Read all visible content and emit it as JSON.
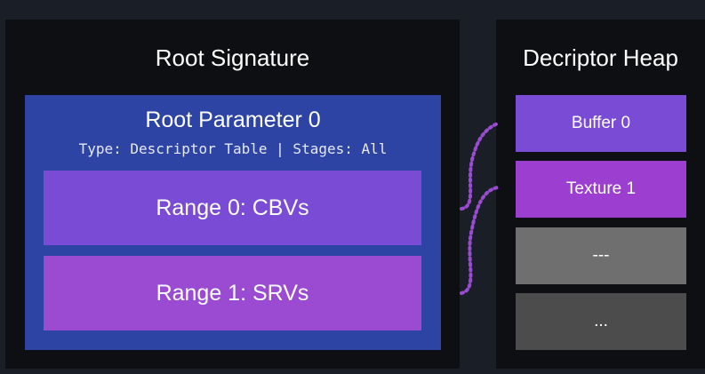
{
  "root_signature": {
    "title": "Root Signature",
    "parameter": {
      "title": "Root Parameter 0",
      "subtitle": "Type: Descriptor Table | Stages: All",
      "ranges": [
        {
          "label": "Range 0: CBVs"
        },
        {
          "label": "Range 1: SRVs"
        }
      ]
    }
  },
  "descriptor_heap": {
    "title": "Decriptor Heap",
    "slots": [
      {
        "label": "Buffer 0"
      },
      {
        "label": "Texture 1"
      },
      {
        "label": "---"
      },
      {
        "label": "..."
      }
    ]
  },
  "colors": {
    "background": "#1a1e27",
    "panel": "#0e0f12",
    "root_parameter": "#2d44a4",
    "range_0": "#7a4bd5",
    "range_1": "#9b4bd2",
    "slot_buffer": "#7a4bd5",
    "slot_texture": "#9c3ecf",
    "slot_empty_1": "#6f6f6f",
    "slot_empty_2": "#4c4c4c",
    "connector": "#9b4bd2"
  }
}
